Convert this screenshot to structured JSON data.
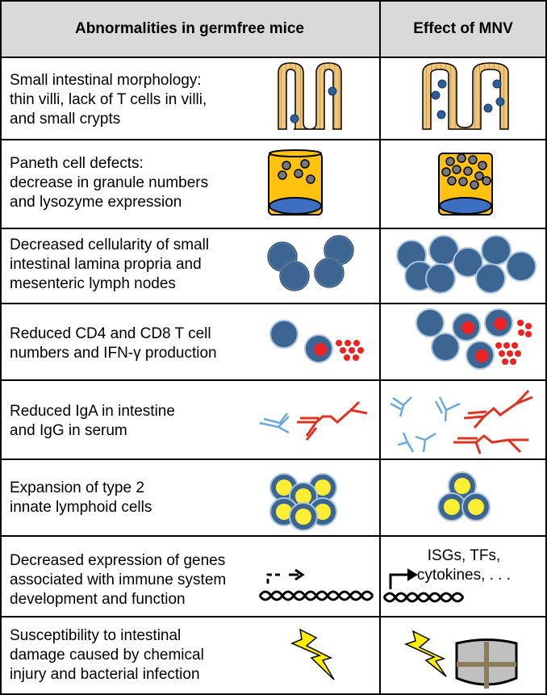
{
  "header": {
    "col1": "Abnormalities in germfree mice",
    "col2": "Effect of MNV"
  },
  "rows": [
    {
      "lines": [
        "Small intestinal morphology:",
        "thin villi, lack of T cells in villi,",
        "and small crypts"
      ]
    },
    {
      "lines": [
        "Paneth cell defects:",
        "decrease in granule numbers",
        "and lysozyme expression"
      ]
    },
    {
      "lines": [
        "Decreased cellularity of small",
        "intestinal lamina propria and",
        "mesenteric lymph nodes"
      ]
    },
    {
      "lines": [
        "Reduced CD4 and CD8 T cell",
        "numbers and IFN-γ production"
      ]
    },
    {
      "lines": [
        "Reduced IgA in intestine",
        "and IgG in serum"
      ]
    },
    {
      "lines": [
        "Expansion of type 2",
        "innate lymphoid cells"
      ]
    },
    {
      "lines": [
        "Decreased expression of genes",
        "associated with immune system",
        "development and function"
      ]
    },
    {
      "lines": [
        "Susceptibility to intestinal",
        "damage caused by chemical",
        "injury and bacterial infection"
      ]
    }
  ],
  "mnv_gene_labels": [
    "ISGs, TFs,",
    "cytokines, . . ."
  ],
  "colors": {
    "header_bg": "#d9d9d9",
    "villus_fill": "#f0c675",
    "paneth_fill": "#ffc20e",
    "cell_blue": "#3c6591",
    "cell_light": "#a8c4e0",
    "t_cell_red": "#ee2222",
    "iga_blue": "#6aa8dd",
    "igg_red": "#dd3322",
    "ilc2_yellow": "#ffee33",
    "lightning": "#ffee00",
    "shield": "#c0c0c0",
    "cross": "#8b7d5b"
  }
}
